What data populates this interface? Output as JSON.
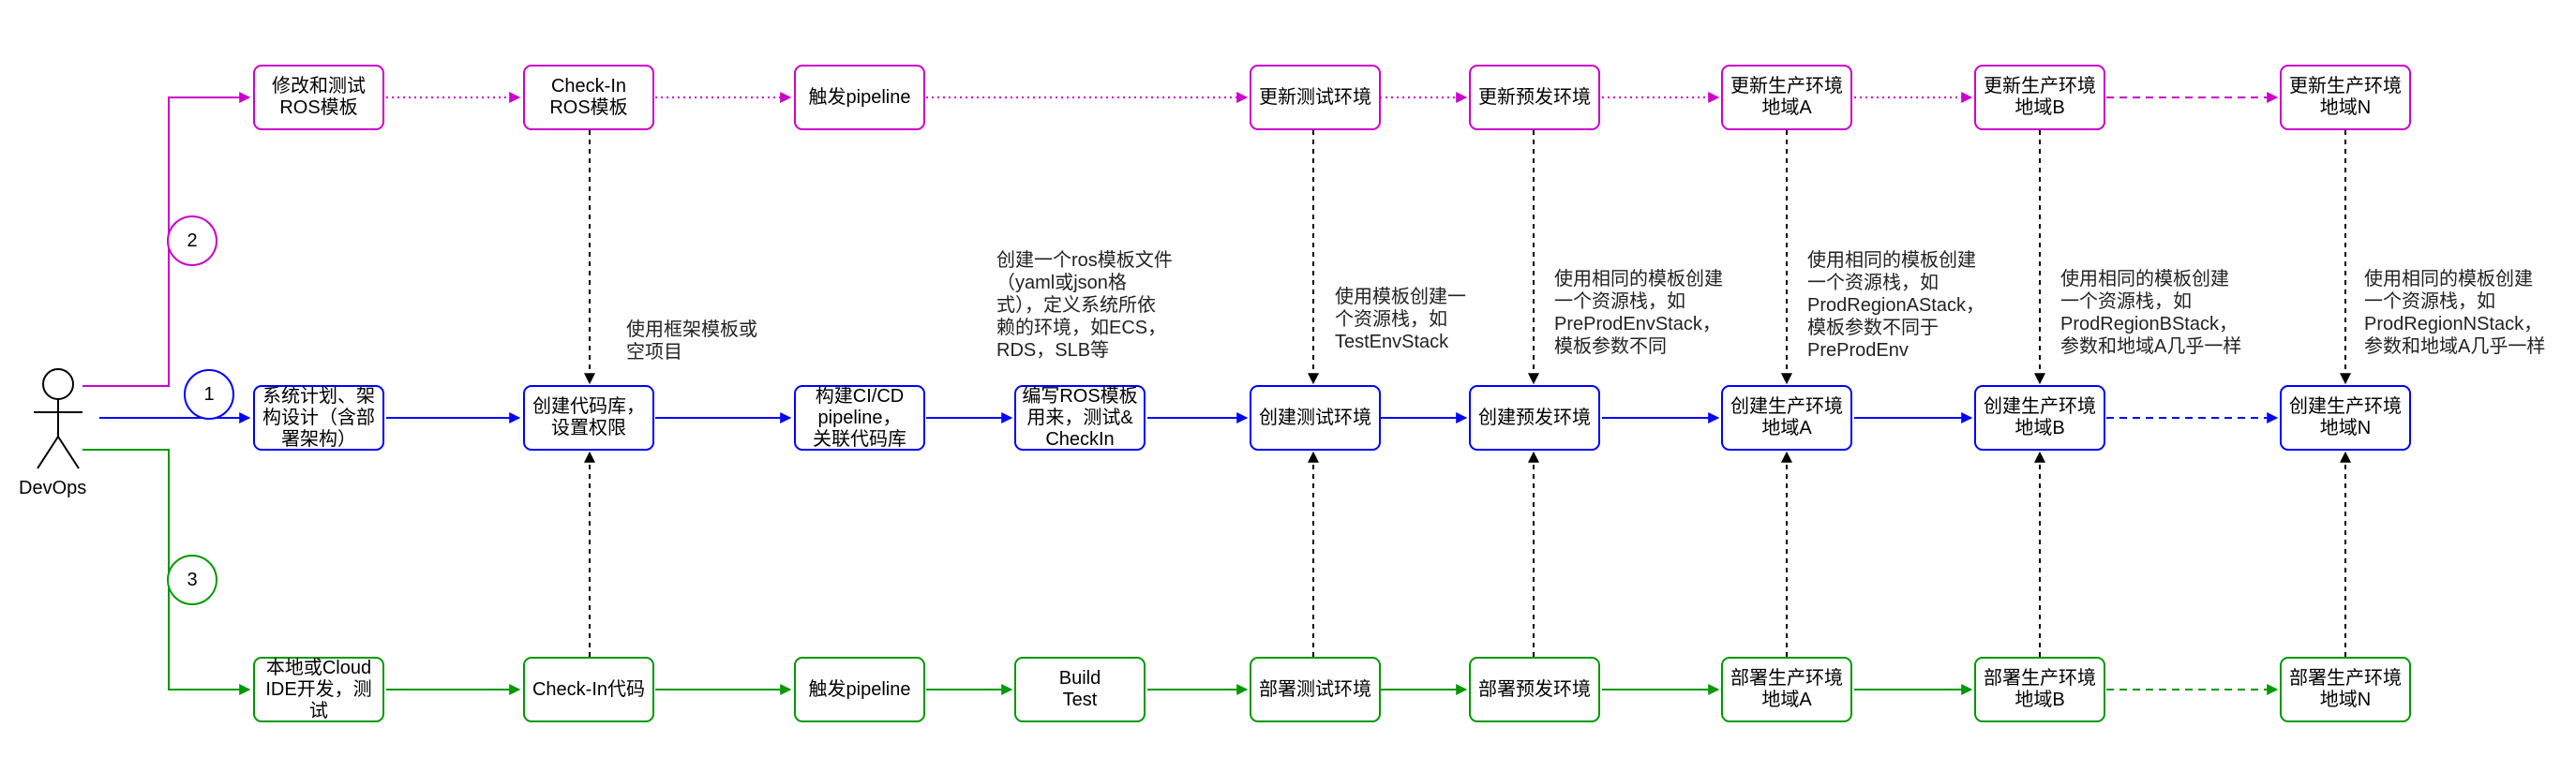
{
  "colors": {
    "magenta": "#cc00cc",
    "blue": "#0000ff",
    "green": "#009900",
    "dependency": "#000000"
  },
  "actor": {
    "label": "DevOps",
    "icon": "stick-figure-icon"
  },
  "badges": {
    "blue": "1",
    "magenta": "2",
    "green": "3"
  },
  "magenta_row": [
    "修改和测试\nROS模板",
    "Check-In\nROS模板",
    "触发pipeline",
    "更新测试环境",
    "更新预发环境",
    "更新生产环境\n地域A",
    "更新生产环境\n地域B",
    "更新生产环境\n地域N"
  ],
  "blue_row": [
    "系统计划、架\n构设计（含部\n署架构）",
    "创建代码库，\n设置权限",
    "构建CI/CD\npipeline，\n关联代码库",
    "编写ROS模板\n用来，测试&\nCheckIn",
    "创建测试环境",
    "创建预发环境",
    "创建生产环境\n地域A",
    "创建生产环境\n地域B",
    "创建生产环境\n地域N"
  ],
  "green_row": [
    "本地或Cloud\nIDE开发，测\n试",
    "Check-In代码",
    "触发pipeline",
    "Build\nTest",
    "部署测试环境",
    "部署预发环境",
    "部署生产环境\n地域A",
    "部署生产环境\n地域B",
    "部署生产环境\n地域N"
  ],
  "notes": [
    "使用框架模板或\n空项目",
    "创建一个ros模板文件\n（yaml或json格\n式），定义系统所依\n赖的环境，如ECS，\nRDS，SLB等",
    "使用模板创建一\n个资源栈，如\nTestEnvStack",
    "使用相同的模板创建\n一个资源栈，如\nPreProdEnvStack，\n模板参数不同",
    "使用相同的模板创建\n一个资源栈，如\nProdRegionAStack，\n模板参数不同于\nPreProdEnv",
    "使用相同的模板创建\n一个资源栈，如\nProdRegionBStack，\n参数和地域A几乎一样",
    "使用相同的模板创建\n一个资源栈，如\nProdRegionNStack，\n参数和地域A几乎一样"
  ]
}
